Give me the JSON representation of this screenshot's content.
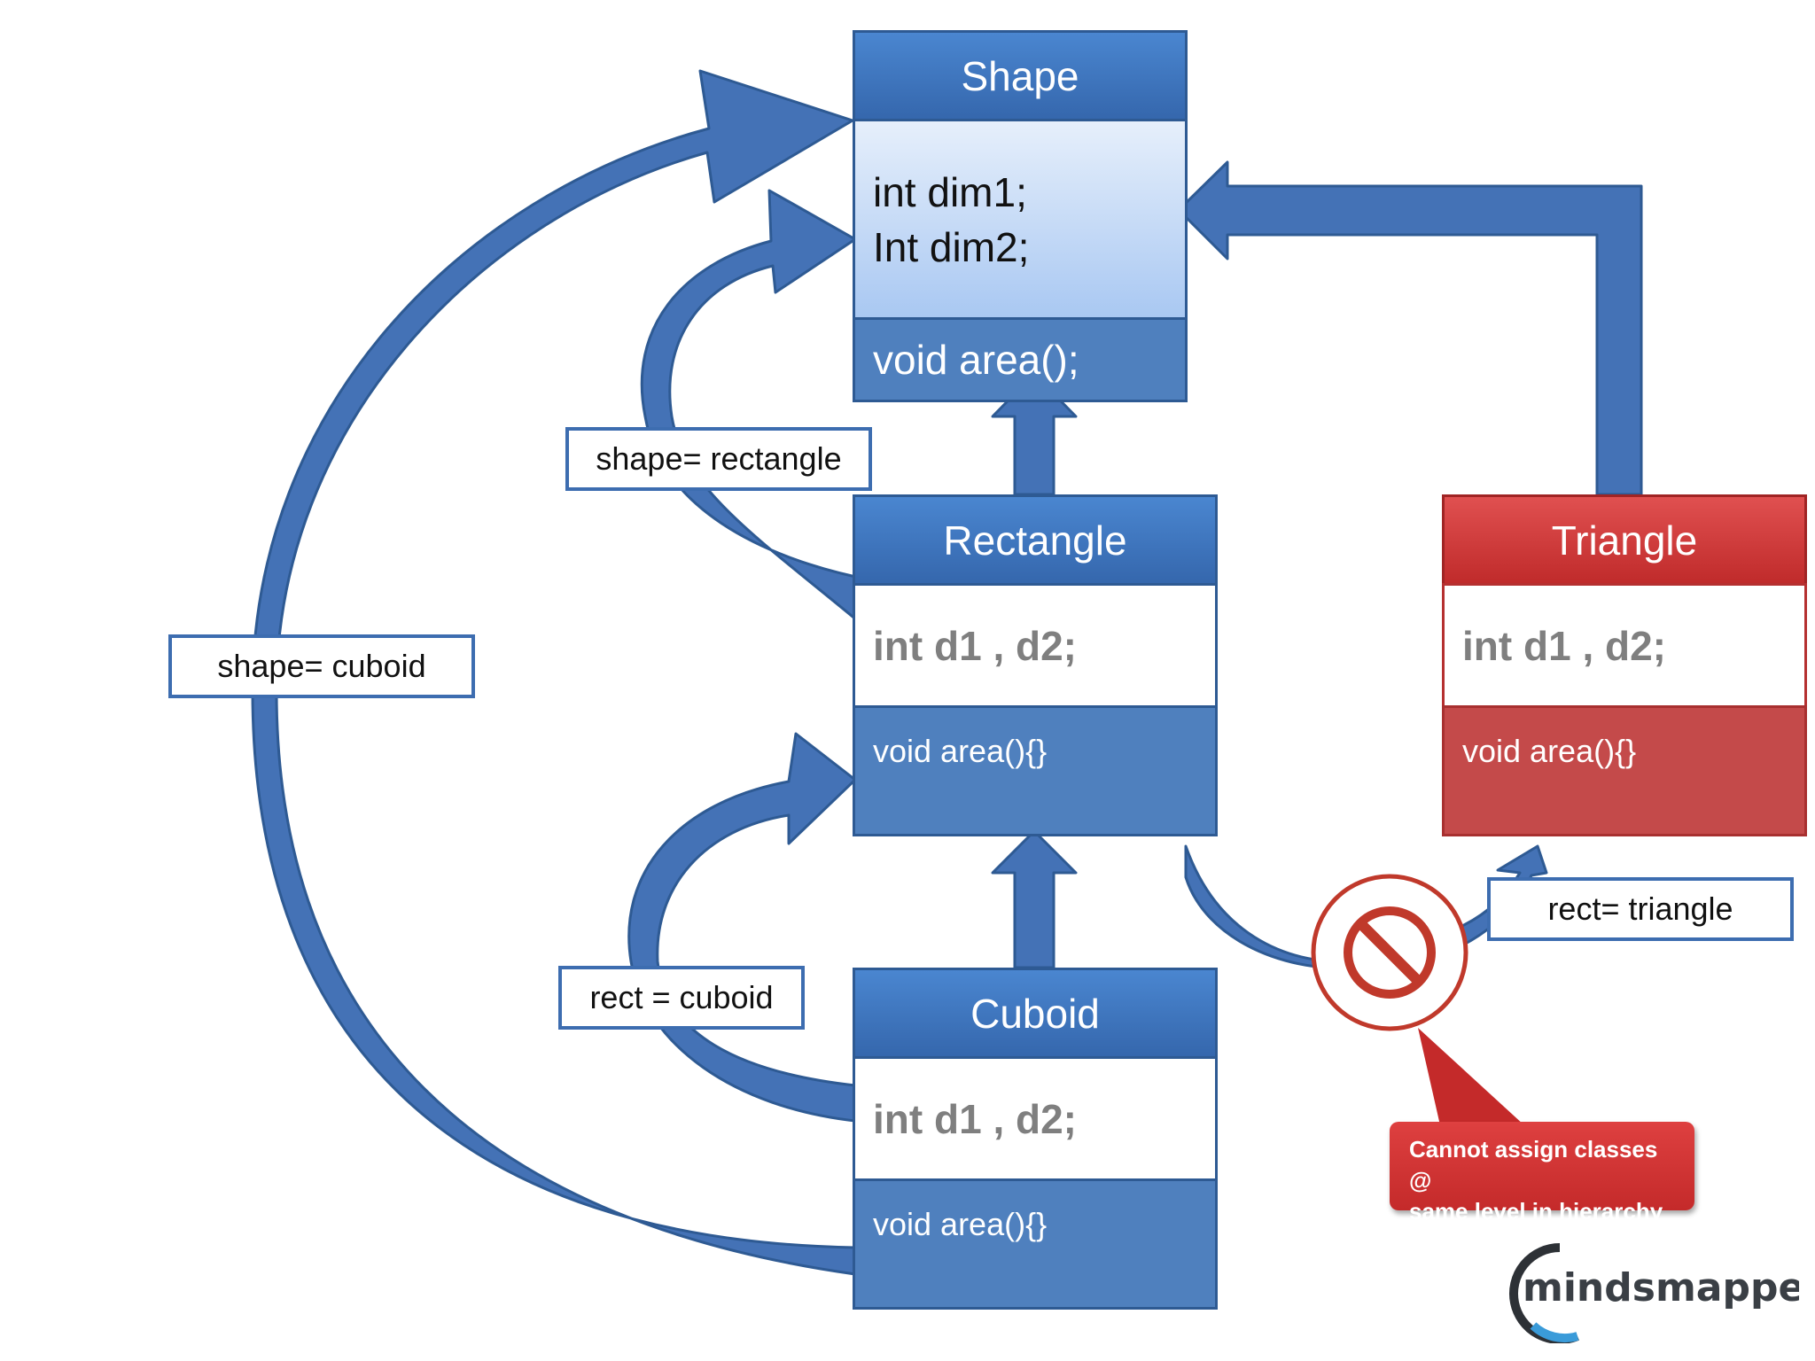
{
  "classes": {
    "shape": {
      "name": "Shape",
      "field1": "int dim1;",
      "field2": "Int dim2;",
      "method": "void area();"
    },
    "rectangle": {
      "name": "Rectangle",
      "fields": "int d1 , d2;",
      "method": "void area(){}"
    },
    "triangle": {
      "name": "Triangle",
      "fields": "int d1 , d2;",
      "method": "void area(){}"
    },
    "cuboid": {
      "name": "Cuboid",
      "fields": "int d1 , d2;",
      "method": "void area(){}"
    }
  },
  "labels": {
    "shape_rectangle": "shape= rectangle",
    "shape_cuboid": "shape= cuboid",
    "rect_cuboid": "rect = cuboid",
    "rect_triangle": "rect= triangle"
  },
  "callout": {
    "line1": "Cannot assign classes @",
    "line2": "same level in hierarchy"
  },
  "logo": {
    "text": "mindsmapped"
  },
  "colors": {
    "arrow_blue": "#4472b6",
    "class_blue": "#3a6cb2",
    "class_red": "#c73232",
    "prohibit_red": "#c0392b"
  }
}
